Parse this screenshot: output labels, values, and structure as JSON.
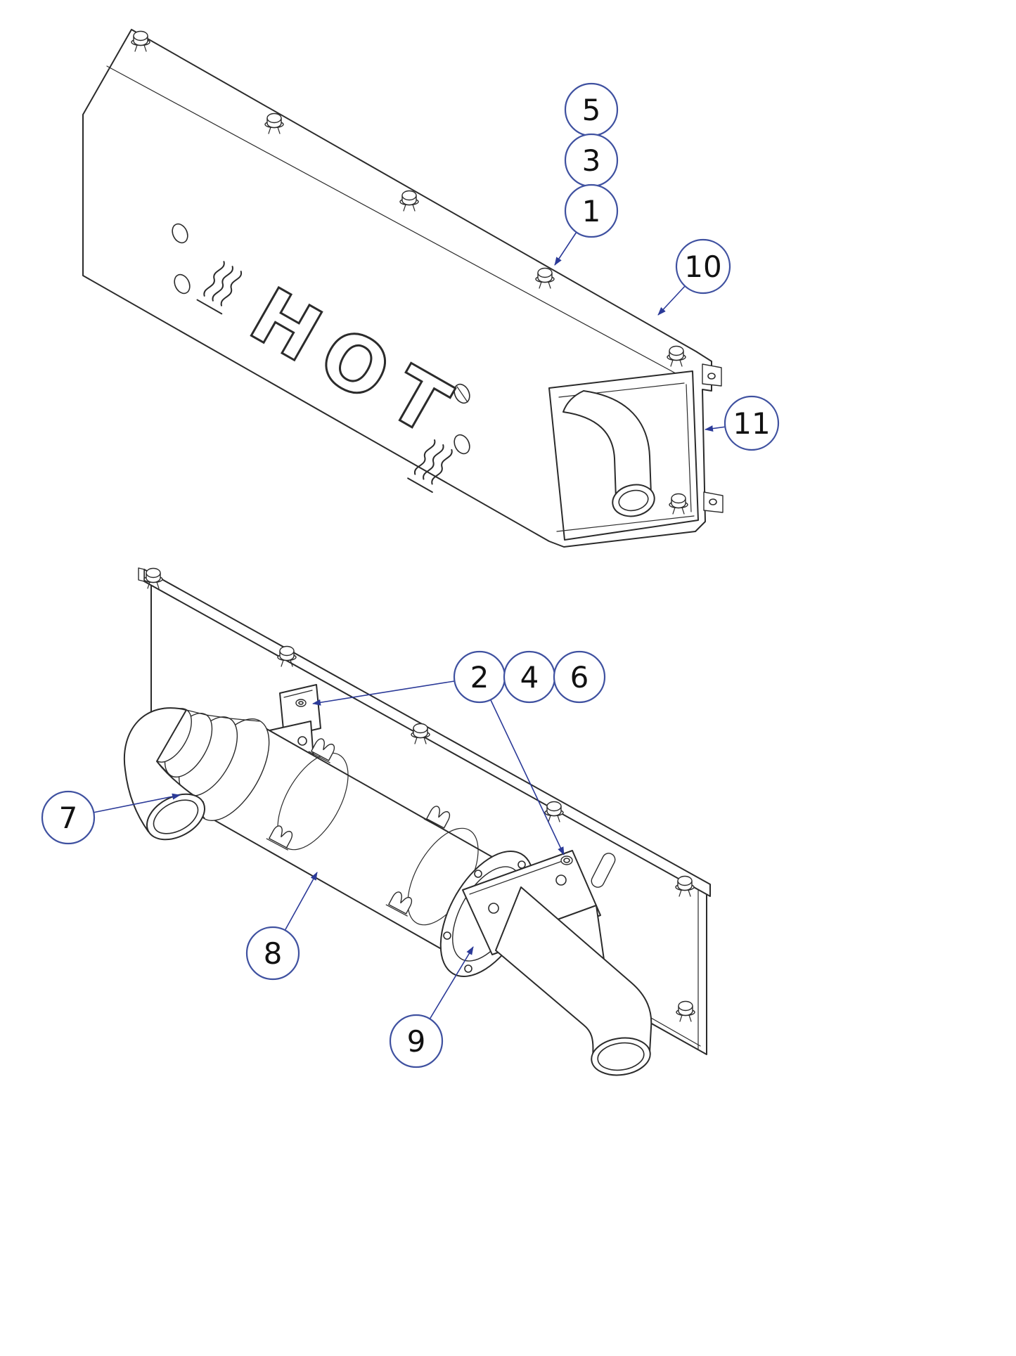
{
  "colors": {
    "background": "#ffffff",
    "drawing-line": "#2b2b2b",
    "balloon-border": "#3f51a0",
    "leader-line": "#2b3a98",
    "balloon-text": "#111111"
  },
  "shield": {
    "stencil_text": "HOT"
  },
  "callouts": [
    {
      "label": "1"
    },
    {
      "label": "2"
    },
    {
      "label": "3"
    },
    {
      "label": "4"
    },
    {
      "label": "5"
    },
    {
      "label": "6"
    },
    {
      "label": "7"
    },
    {
      "label": "8"
    },
    {
      "label": "9"
    },
    {
      "label": "10"
    },
    {
      "label": "11"
    }
  ]
}
